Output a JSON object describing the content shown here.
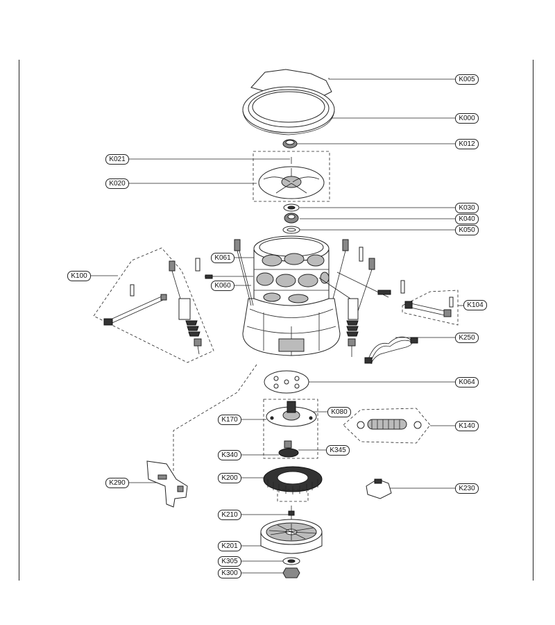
{
  "diagram": {
    "labels": {
      "k005": "K005",
      "k000": "K000",
      "k012": "K012",
      "k021": "K021",
      "k020": "K020",
      "k030": "K030",
      "k040": "K040",
      "k050": "K050",
      "k061": "K061",
      "k060": "K060",
      "k100": "K100",
      "k104": "K104",
      "k250": "K250",
      "k064": "K064",
      "k080": "K080",
      "k170": "K170",
      "k140": "K140",
      "k340": "K340",
      "k345": "K345",
      "k200": "K200",
      "k290": "K290",
      "k230": "K230",
      "k210": "K210",
      "k201": "K201",
      "k305": "K305",
      "k300": "K300"
    }
  }
}
